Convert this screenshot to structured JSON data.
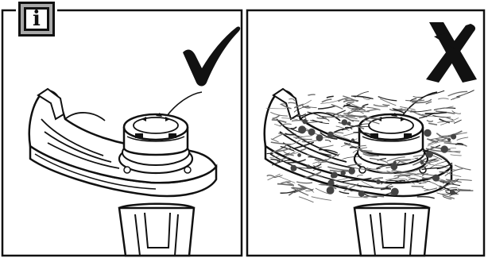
{
  "info_badge": {
    "glyph": "i",
    "icon": "info-icon"
  },
  "panels": [
    {
      "id": "left",
      "verdict_icon": "checkmark-icon",
      "verdict": "correct",
      "state": "clean guard"
    },
    {
      "id": "right",
      "verdict_icon": "cross-icon",
      "verdict": "incorrect",
      "state": "guard clogged with grass clippings"
    }
  ],
  "colors": {
    "line": "#1a1a1a",
    "badge_fill": "#a9a9a9",
    "background": "#ffffff",
    "clippings": "#6b6b6b"
  }
}
